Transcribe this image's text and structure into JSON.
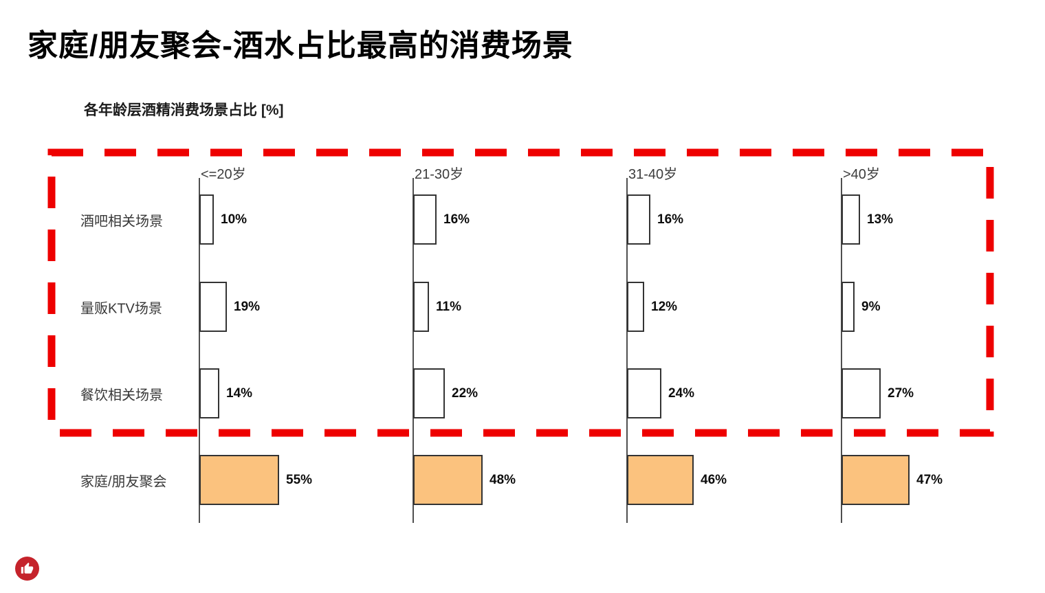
{
  "page": {
    "title": "家庭/朋友聚会-酒水占比最高的消费场景"
  },
  "chart_data": {
    "type": "bar",
    "orientation": "horizontal",
    "title": "各年龄层酒精消费场景占比 [%]",
    "categories": [
      "酒吧相关场景",
      "量贩KTV场景",
      "餐饮相关场景",
      "家庭/朋友聚会"
    ],
    "series": [
      {
        "name": "<=20岁",
        "values": [
          10,
          19,
          14,
          55
        ]
      },
      {
        "name": "21-30岁",
        "values": [
          16,
          11,
          22,
          48
        ]
      },
      {
        "name": "31-40岁",
        "values": [
          16,
          12,
          24,
          46
        ]
      },
      {
        "name": ">40岁",
        "values": [
          13,
          9,
          27,
          47
        ]
      }
    ],
    "value_suffix": "%",
    "xlim": [
      0,
      100
    ],
    "grid": false,
    "legend": "none",
    "highlighted_category": "家庭/朋友聚会",
    "highlight_note": "red dashed box drawn around the three non-highlighted categories"
  },
  "colors": {
    "highlight_dash_red": "#EE0000",
    "bar_fill_default": "#FFFFFF",
    "bar_fill_highlight": "#FBC27E",
    "bar_border": "#333333",
    "axis_line": "#4f4f4f",
    "badge_red": "#C5232B",
    "title_text": "#000000",
    "label_text": "#383838"
  },
  "icons": {
    "thumbs_up": "thumbs-up-icon"
  }
}
